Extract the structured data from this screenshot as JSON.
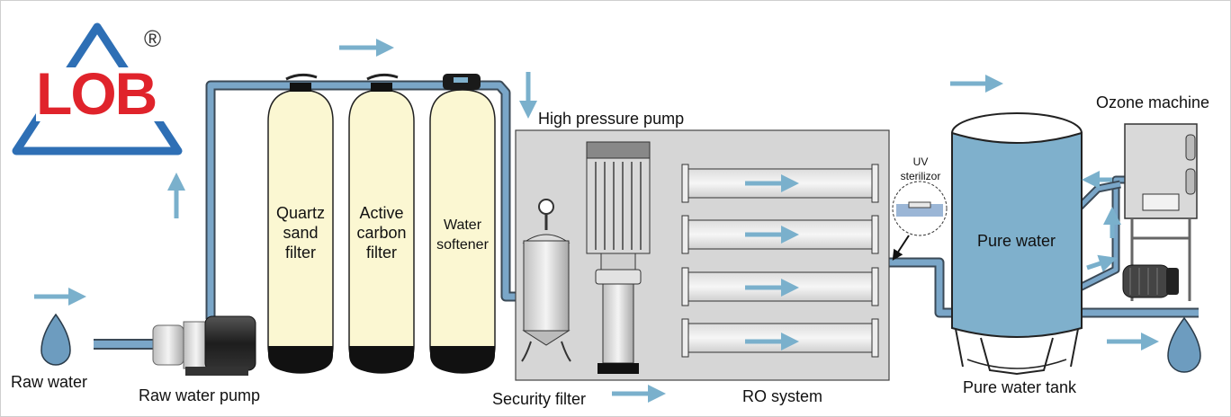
{
  "brand": {
    "logo_text": "LOB",
    "registered_mark": "®",
    "logo_red": "#e0232b",
    "logo_blue": "#2e6fb5"
  },
  "colors": {
    "pipe": "#7aa6c8",
    "pipe_outline": "#3b4a57",
    "tank_fill": "#fbf7d2",
    "water": "#7fb0cc",
    "arrow": "#7ab0cc",
    "panel": "#d6d6d6"
  },
  "labels": {
    "raw_water": "Raw water",
    "raw_water_pump": "Raw water pump",
    "quartz_filter": "Quartz\nsand\nfilter",
    "carbon_filter": "Active\ncarbon\nfilter",
    "softener": "Water\nsoftener",
    "high_pressure_pump": "High pressure pump",
    "security_filter": "Security filter",
    "ro_system": "RO system",
    "uv_sterilizer": "UV\nsterilizor",
    "pure_water": "Pure water",
    "pure_water_tank": "Pure water tank",
    "ozone_machine": "Ozone machine"
  },
  "flow_arrow_icon": "flow-arrow-icon",
  "water_drop_icon": "water-drop-icon"
}
